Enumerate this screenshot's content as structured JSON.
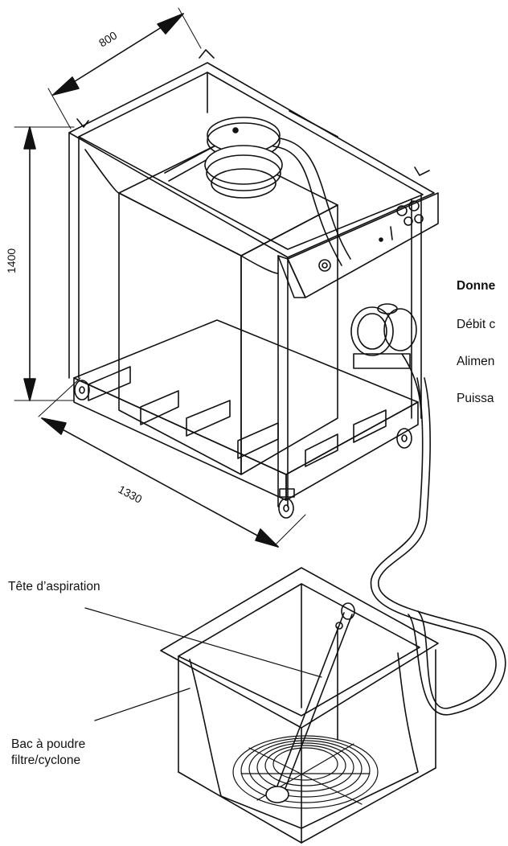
{
  "dimensions": {
    "width_mm": "800",
    "height_mm": "1400",
    "length_mm": "1330"
  },
  "specs": {
    "heading": "Donne",
    "line1": "Débit c",
    "line2": "Alimen",
    "line3": "Puissa"
  },
  "callouts": {
    "suction_head": "Tête d’aspiration",
    "powder_bin_line1": "Bac à poudre",
    "powder_bin_line2": "filtre/cyclone"
  }
}
